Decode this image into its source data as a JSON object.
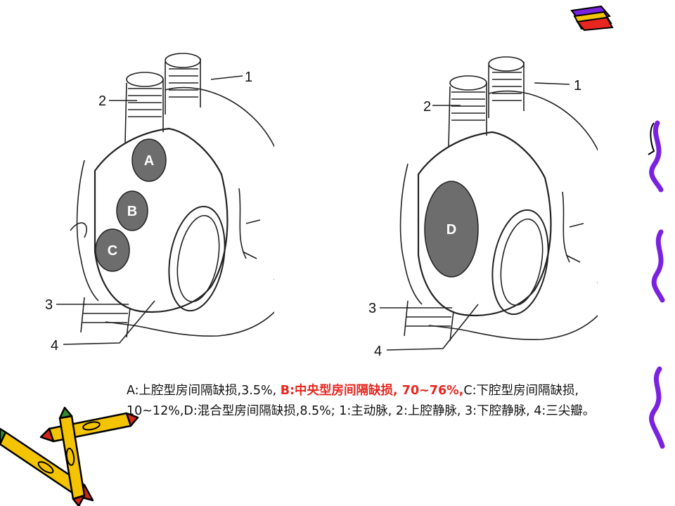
{
  "figures": [
    {
      "id": "left",
      "labels": [
        "1",
        "2",
        "3",
        "4"
      ],
      "defects": [
        "A",
        "B",
        "C"
      ]
    },
    {
      "id": "right",
      "labels": [
        "1",
        "2",
        "3",
        "4"
      ],
      "defects": [
        "D"
      ]
    }
  ],
  "caption": {
    "part1": "A:上腔型房间隔缺损,3.5%, ",
    "part2": "B:中央型房间隔缺损, 70~76%,",
    "part3": "C:下腔型房间隔缺损, 10~12%,D:混合型房间隔缺损,8.5%; 1:主动脉, 2:上腔静脉, 3:下腔静脉, 4:三尖瓣。"
  },
  "colors": {
    "highlight": "#e8261f",
    "defect_fill": "#6d6d6d",
    "line_art": "#222222",
    "deco_purple": "#7a22e0",
    "pencil_yellow": "#f5c400",
    "pencil_red": "#d4261c",
    "pencil_green": "#2e8b2e"
  },
  "icons": [
    "pencils-clipart-icon",
    "book-clipart-icon",
    "wavy-border-icon"
  ]
}
